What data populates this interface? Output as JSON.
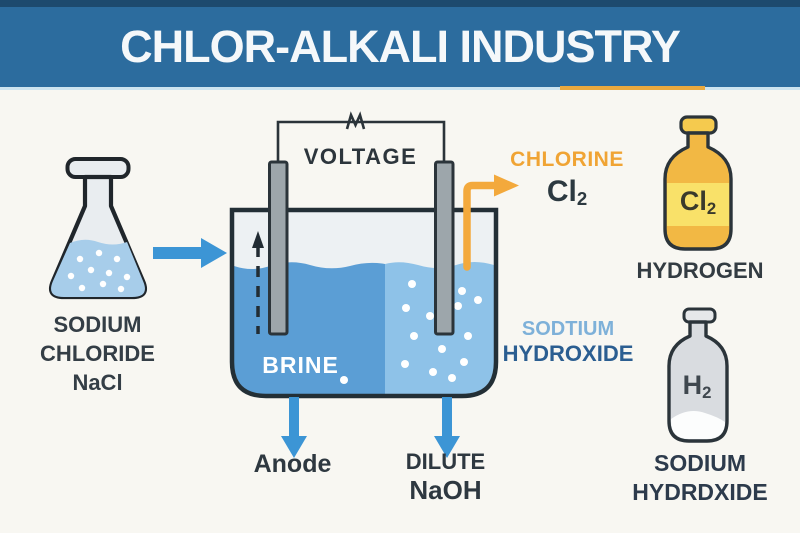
{
  "header": {
    "title": "CHLOR-ALKALI INDUSTRY"
  },
  "feedstock": {
    "line1": "SODIUM",
    "line2": "CHLORIDE",
    "line3": "NaCl"
  },
  "cell": {
    "voltage": "VOLTAGE",
    "brine": "BRINE",
    "anode": "Anode",
    "dilute_line1": "DILUTE",
    "dilute_line2": "NaOH"
  },
  "chlorine_output": {
    "name": "CHLORINE",
    "formula_base": "Cl",
    "formula_sub": "2"
  },
  "naoh_output": {
    "line1": "SODTIUM",
    "line2": "HYDROXIDE"
  },
  "bottle_top": {
    "label_base": "Cl",
    "label_sub": "2",
    "caption": "HYDROGEN"
  },
  "bottle_bottom": {
    "label_base": "H",
    "label_sub": "2",
    "caption_line1": "SODIUM",
    "caption_line2": "HYDRDXIDE"
  },
  "icons": [
    "flask-icon",
    "flow-arrow-right-icon",
    "electrolysis-tank-icon",
    "anode-electrode-icon",
    "cathode-electrode-icon",
    "wire-icon",
    "battery-symbol-icon",
    "dashed-current-arrow-icon",
    "chlorine-arrow-icon",
    "anode-down-arrow-icon",
    "naoh-down-arrow-icon",
    "chlorine-bottle-icon",
    "hydrogen-bottle-icon"
  ],
  "colors": {
    "banner_bg": "#2c6c9e",
    "banner_top_strip": "#1d4a6e",
    "background": "#f8f7f2",
    "accent_blue": "#3c95d5",
    "brine_dark": "#5b9ed5",
    "brine_light": "#8ec2e8",
    "chlorine_orange": "#f3a93c",
    "naoh_light_blue": "#7eb1d9",
    "naoh_dark_blue": "#2b5e91",
    "bottle_yellow": "#f2b844",
    "bottle_yellow_band": "#f9e169",
    "bottle_gray": "#d9dce0",
    "text_dark": "#2e3840"
  }
}
